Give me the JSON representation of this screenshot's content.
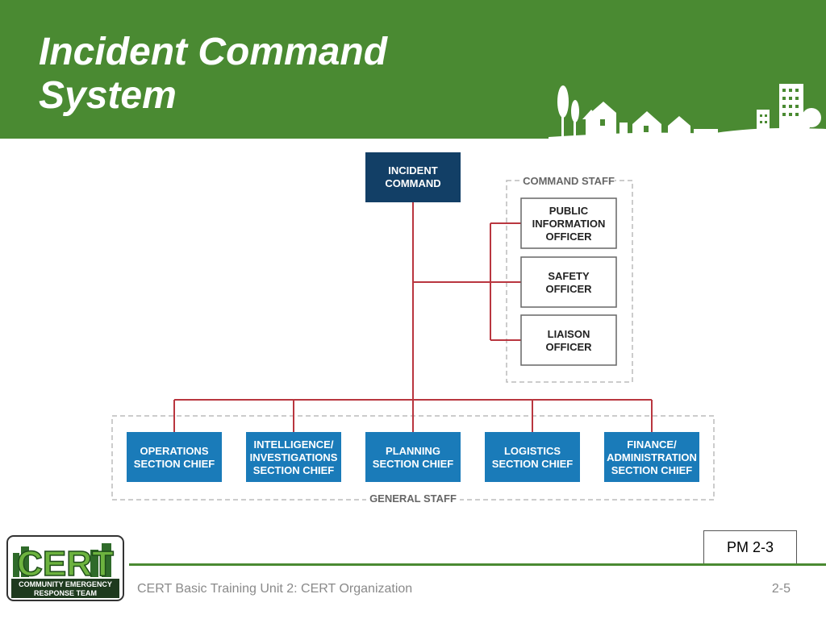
{
  "slide": {
    "title_line1": "Incident Command",
    "title_line2": "System",
    "pm_label": "PM 2-3",
    "footer": "CERT Basic Training Unit 2: CERT Organization",
    "page_number": "2-5"
  },
  "logo": {
    "wordmark": "CERT",
    "line1": "COMMUNITY EMERGENCY",
    "line2": "RESPONSE TEAM"
  },
  "diagram": {
    "incident_command": [
      "INCIDENT",
      "COMMAND"
    ],
    "command_staff_label": "COMMAND STAFF",
    "general_staff_label": "GENERAL STAFF",
    "command_staff": [
      [
        "PUBLIC",
        "INFORMATION",
        "OFFICER"
      ],
      [
        "SAFETY",
        "OFFICER"
      ],
      [
        "LIAISON",
        "OFFICER"
      ]
    ],
    "general_staff": [
      [
        "OPERATIONS",
        "SECTION CHIEF"
      ],
      [
        "INTELLIGENCE/",
        "INVESTIGATIONS",
        "SECTION CHIEF"
      ],
      [
        "PLANNING",
        "SECTION CHIEF"
      ],
      [
        "LOGISTICS",
        "SECTION CHIEF"
      ],
      [
        "FINANCE/",
        "ADMINISTRATION",
        "SECTION CHIEF"
      ]
    ]
  },
  "colors": {
    "header_green": "#4a8a32",
    "incident_navy": "#123f66",
    "section_blue": "#1a7bb9",
    "connector_red": "#b9363f"
  }
}
